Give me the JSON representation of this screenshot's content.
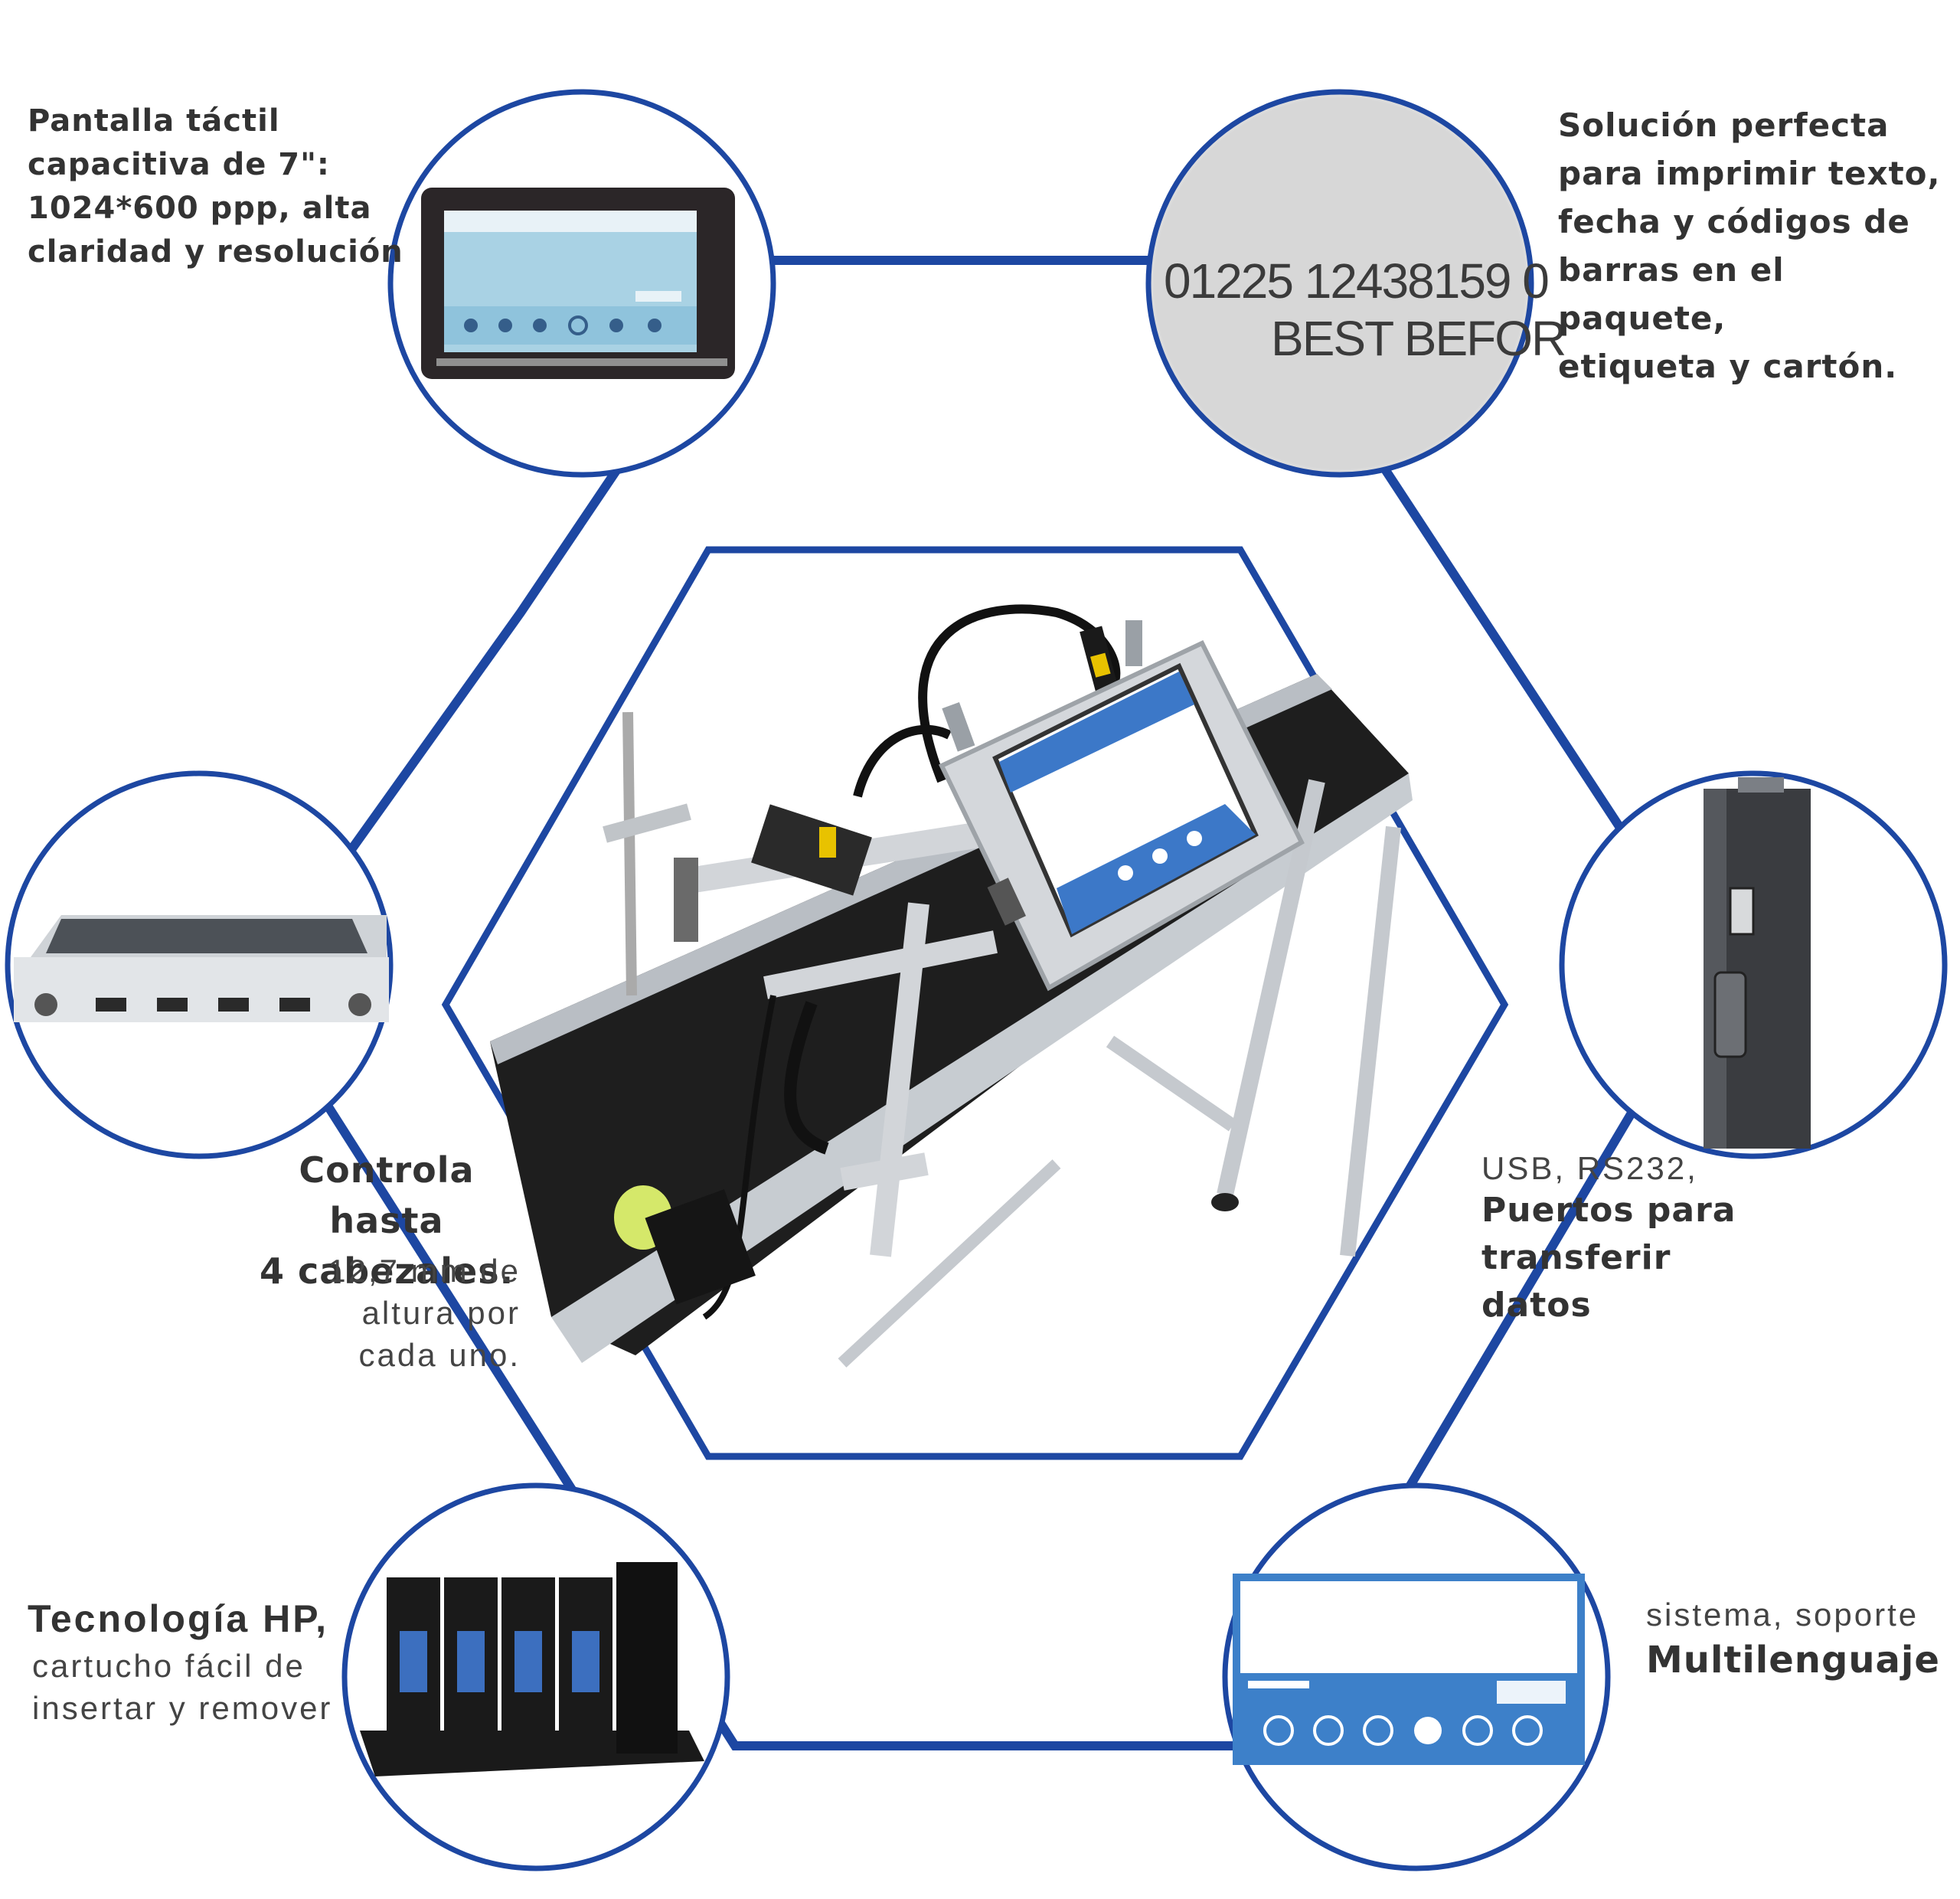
{
  "colors": {
    "frame": "#1d47a2",
    "text": "#333333"
  },
  "features": {
    "touchscreen": {
      "lines": [
        "Pantalla táctil",
        "capacitiva de 7\":",
        "1024*600 ppp, alta",
        "claridad y resolución"
      ],
      "icon": "touchscreen-icon"
    },
    "printing": {
      "lines": [
        "Solución perfecta",
        "para imprimir texto,",
        "fecha y códigos de",
        "barras en el paquete,",
        "etiqueta y cartón."
      ],
      "sample_line1": "01225  12438159  0",
      "sample_line2": "BEST BEFOR"
    },
    "heads": {
      "bold_lines": [
        "Controla hasta",
        "4 cabezales."
      ],
      "light_lines": [
        "12,7 mm de",
        "altura por",
        "cada uno."
      ]
    },
    "ports": {
      "light_line": "USB, RS232,",
      "bold_lines": [
        "Puertos para",
        "transferir",
        "datos"
      ]
    },
    "cartridge": {
      "bold_line": "Tecnología HP,",
      "light_lines": [
        "cartucho fácil de",
        "insertar y remover"
      ]
    },
    "language": {
      "light_line": "sistema, soporte",
      "bold_line": "Multilenguaje"
    }
  }
}
